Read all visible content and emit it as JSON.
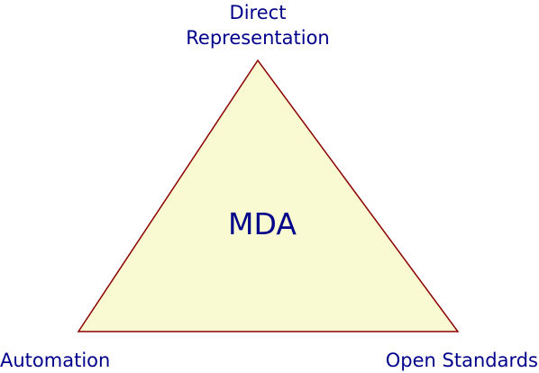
{
  "diagram": {
    "top_label_line1": "Direct",
    "top_label_line2": "Representation",
    "left_label": "Automation",
    "right_label": "Open Standards",
    "center_label": "MDA"
  },
  "colors": {
    "triangle_fill": "#fafad2",
    "triangle_stroke": "#8b0000",
    "text": "#00008b"
  }
}
